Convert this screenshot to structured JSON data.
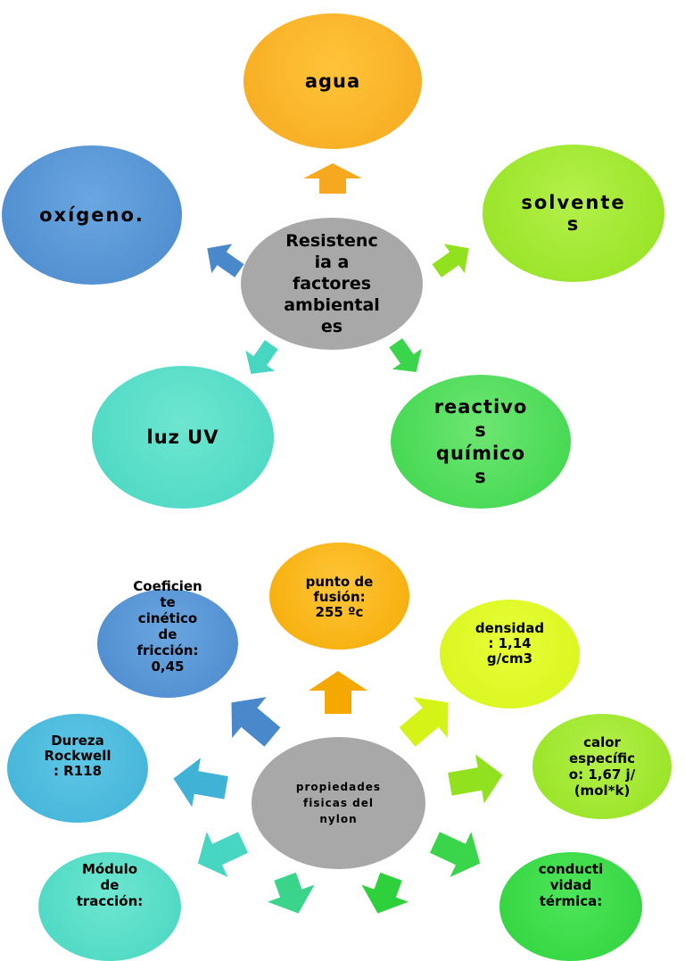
{
  "diagram1": {
    "center": "Resistenc\nia a\nfactores\nambiental\nes",
    "nodes": {
      "agua": "agua",
      "oxigeno": "oxígeno.",
      "solventes": "solvente\ns",
      "luz_uv": "luz UV",
      "reactivos": "reactivo\ns\nquímico\ns"
    }
  },
  "diagram2": {
    "center": "propiedades\nfisicas del\nnylon",
    "nodes": {
      "punto_fusion": "punto de\nfusión:\n255 ºc",
      "coeficiente": "Coeficien\nte\ncinético\nde\nfricción:\n0,45",
      "densidad": "densidad\n: 1,14\ng/cm3",
      "dureza": "Dureza\nRockwell\n: R118",
      "calor": "calor\nespecífic\no: 1,67 j/\n(mol*k)",
      "modulo": "Módulo\nde\ntracción:",
      "conductividad": "conducti\nvidad\ntérmica:"
    }
  },
  "colors": {
    "orange": "#f6a81e",
    "blue": "#4a88cc",
    "lime": "#92e11f",
    "gray": "#a8a8a8",
    "turquoise": "#46d6c2",
    "green": "#3ad54a",
    "yellow": "#d6f317",
    "cyan": "#3fb2d6"
  }
}
